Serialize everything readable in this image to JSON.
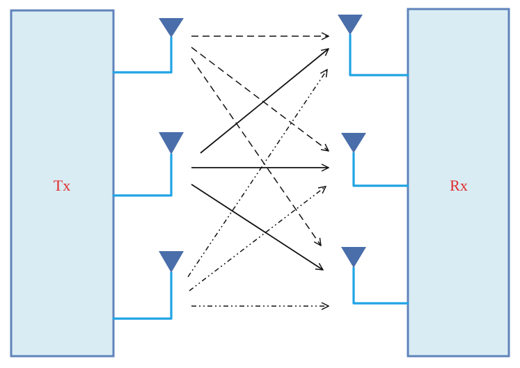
{
  "transmitter": {
    "label": "Tx"
  },
  "receiver": {
    "label": "Rx"
  },
  "antennas": {
    "tx_count": 3,
    "rx_count": 3
  },
  "paths": [
    {
      "from": 1,
      "to": 1,
      "style": "dashed"
    },
    {
      "from": 1,
      "to": 2,
      "style": "dashed"
    },
    {
      "from": 1,
      "to": 3,
      "style": "dashed"
    },
    {
      "from": 2,
      "to": 1,
      "style": "solid"
    },
    {
      "from": 2,
      "to": 2,
      "style": "solid"
    },
    {
      "from": 2,
      "to": 3,
      "style": "solid"
    },
    {
      "from": 3,
      "to": 1,
      "style": "dash-dot"
    },
    {
      "from": 3,
      "to": 2,
      "style": "dash-dot"
    },
    {
      "from": 3,
      "to": 3,
      "style": "dash-dot"
    }
  ],
  "colors": {
    "box_fill": "#d9ecf3",
    "box_border": "#5f83bb",
    "feed_line": "#20a4e4",
    "antenna": "#4a6eaa",
    "label": "#e02a2a",
    "path": "#111111"
  }
}
